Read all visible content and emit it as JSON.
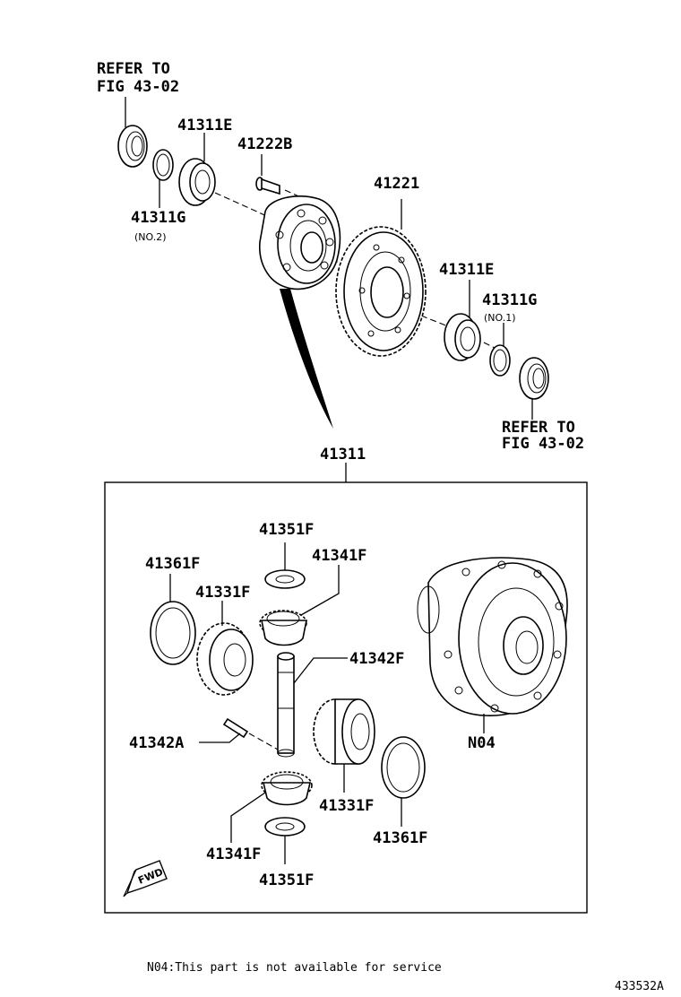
{
  "labels": {
    "refer_top_1": "REFER TO",
    "refer_top_2": "FIG 43-02",
    "p41311E_top": "41311E",
    "p41222B": "41222B",
    "p41221": "41221",
    "p41311G_left": "41311G",
    "no2": "(NO.2)",
    "p41311E_right": "41311E",
    "p41311G_right": "41311G",
    "no1": "(NO.1)",
    "refer_bot_1": "REFER TO",
    "refer_bot_2": "FIG 43-02",
    "p41311": "41311",
    "p41351F_top": "41351F",
    "p41341F_top": "41341F",
    "p41361F_left": "41361F",
    "p41331F_left": "41331F",
    "p41342F": "41342F",
    "p41342A": "41342A",
    "n04": "N04",
    "p41331F_right": "41331F",
    "p41361F_right": "41361F",
    "p41341F_bottom": "41341F",
    "p41351F_bottom": "41351F",
    "fwd": "FWD"
  },
  "footer": {
    "note": "N04:This part is not available for service",
    "figure_id": "433532A"
  }
}
